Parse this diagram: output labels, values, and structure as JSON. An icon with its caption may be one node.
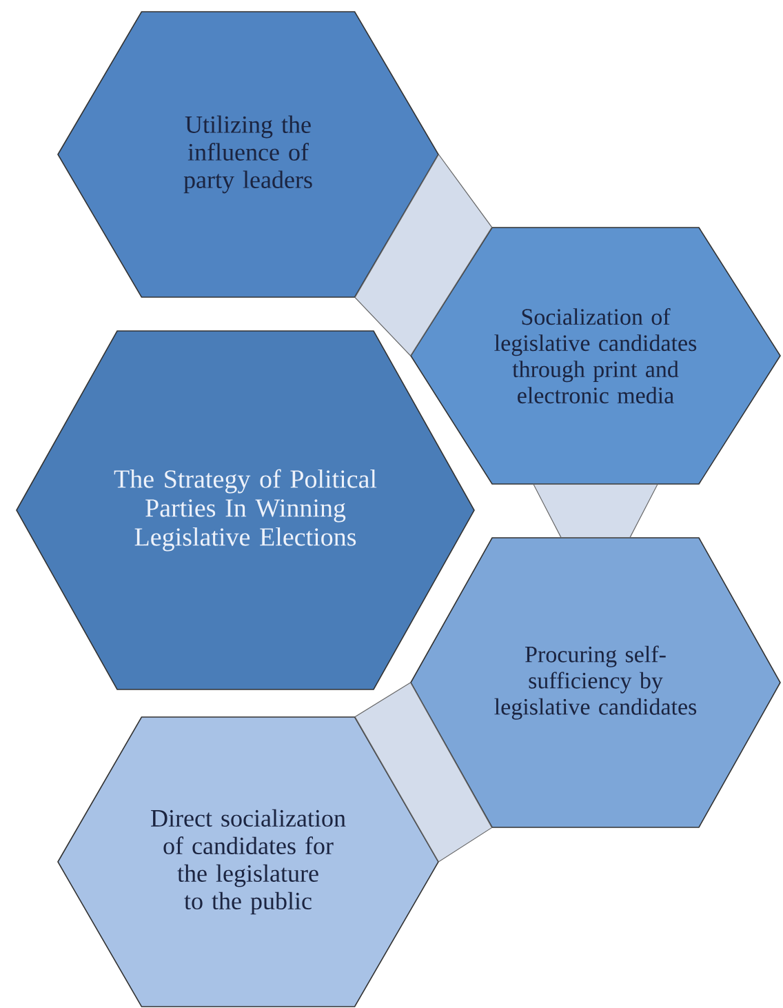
{
  "diagram": {
    "nodes": [
      {
        "text": [
          "Utilizing the influence of party leaders"
        ]
      },
      {
        "text": [
          "Socialization of legislative candidates through print and electronic media"
        ]
      },
      {
        "text": [
          "The Strategy of Political Parties In Winning Legislative Elections"
        ]
      },
      {
        "text": [
          "Procuring self-sufficiency by legislative candidates"
        ]
      },
      {
        "text": [
          "Direct socialization of candidates for the legislature to the public"
        ]
      }
    ],
    "edges": [
      {
        "from": 0,
        "to": 1,
        "arrow": "none"
      },
      {
        "from": 1,
        "to": 3,
        "arrow": "none"
      },
      {
        "from": 3,
        "to": 4,
        "arrow": "none"
      }
    ]
  }
}
